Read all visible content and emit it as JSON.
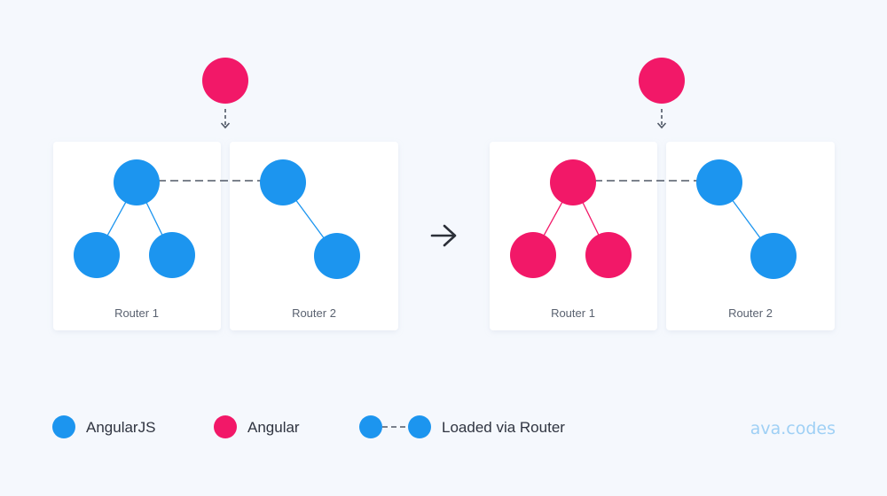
{
  "colors": {
    "angularjs": "#1c95ef",
    "angular": "#f21868",
    "background": "#f5f8fd",
    "card": "#ffffff",
    "dashed_line": "#505866",
    "arrow": "#2b2f38"
  },
  "before": {
    "router1_label": "Router 1",
    "router2_label": "Router 2"
  },
  "after": {
    "router1_label": "Router 1",
    "router2_label": "Router 2"
  },
  "legend": {
    "angularjs_label": "AngularJS",
    "angular_label": "Angular",
    "router_label": "Loaded via Router"
  },
  "watermark": "ava.codes",
  "icons": [
    "arrow-right-icon",
    "dashed-down-arrow-icon"
  ]
}
